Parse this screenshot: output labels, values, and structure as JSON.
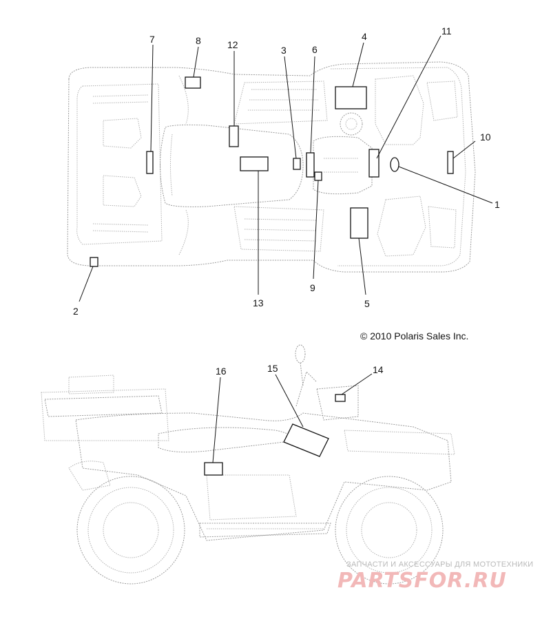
{
  "copyright": "© 2010 Polaris Sales Inc.",
  "watermark": {
    "tagline": "ЗАПЧАСТИ И АКСЕССУАРЫ ДЛЯ МОТОТЕХНИКИ",
    "logo": "PARTSFOR.RU"
  },
  "callouts": {
    "c1": "1",
    "c2": "2",
    "c3": "3",
    "c4": "4",
    "c5": "5",
    "c6": "6",
    "c7": "7",
    "c8": "8",
    "c9": "9",
    "c10": "10",
    "c11": "11",
    "c12": "12",
    "c13": "13",
    "c14": "14",
    "c15": "15",
    "c16": "16"
  },
  "colors": {
    "line": "#9a9a9a",
    "ink": "#111111",
    "watermark_logo": "#f2b8b8"
  }
}
